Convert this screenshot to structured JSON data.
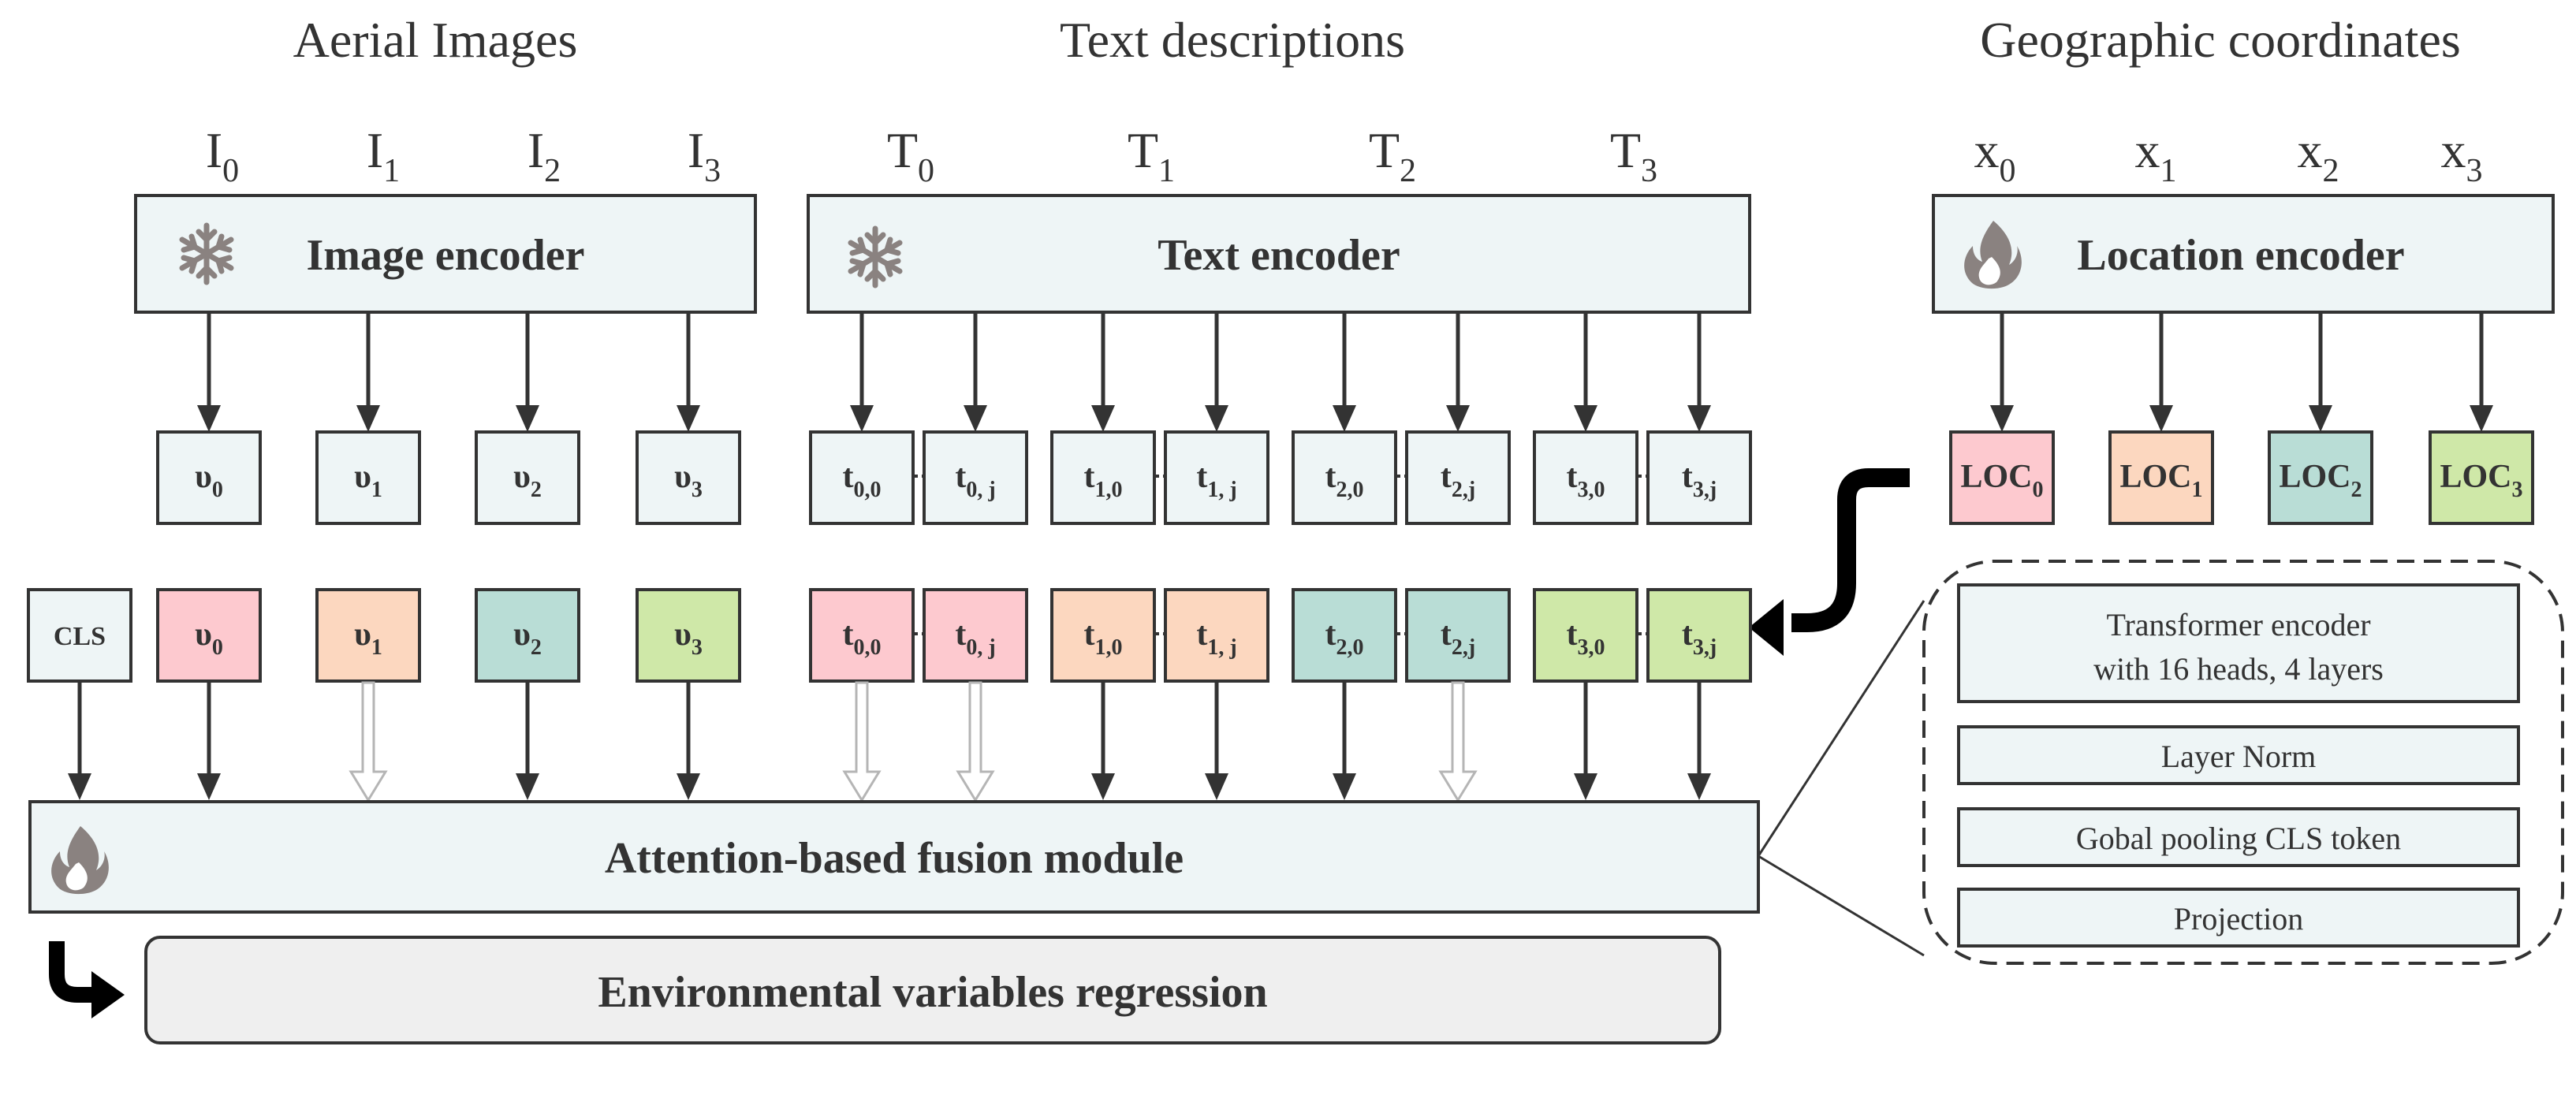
{
  "sections": {
    "aerial_images": "Aerial Images",
    "text_descriptions": "Text descriptions",
    "geographic_coordinates": "Geographic coordinates"
  },
  "inputs": {
    "images": [
      {
        "base": "I",
        "sub": "0"
      },
      {
        "base": "I",
        "sub": "1"
      },
      {
        "base": "I",
        "sub": "2"
      },
      {
        "base": "I",
        "sub": "3"
      }
    ],
    "texts": [
      {
        "base": "T",
        "sub": "0"
      },
      {
        "base": "T",
        "sub": "1"
      },
      {
        "base": "T",
        "sub": "2"
      },
      {
        "base": "T",
        "sub": "3"
      }
    ],
    "locations": [
      {
        "base": "x",
        "sub": "0"
      },
      {
        "base": "x",
        "sub": "1"
      },
      {
        "base": "x",
        "sub": "2"
      },
      {
        "base": "x",
        "sub": "3"
      }
    ]
  },
  "encoders": {
    "image": {
      "label": "Image encoder",
      "icon": "snowflake-icon",
      "state": "frozen"
    },
    "text": {
      "label": "Text encoder",
      "icon": "snowflake-icon",
      "state": "frozen"
    },
    "location": {
      "label": "Location encoder",
      "icon": "flame-icon",
      "state": "trainable"
    }
  },
  "embeddings": {
    "image": [
      {
        "base": "υ",
        "sub": "0"
      },
      {
        "base": "υ",
        "sub": "1"
      },
      {
        "base": "υ",
        "sub": "2"
      },
      {
        "base": "υ",
        "sub": "3"
      }
    ],
    "text": [
      {
        "base": "t",
        "sub": "0,0"
      },
      {
        "base": "t",
        "sub": "0, j"
      },
      {
        "base": "t",
        "sub": "1,0"
      },
      {
        "base": "t",
        "sub": "1, j"
      },
      {
        "base": "t",
        "sub": "2,0"
      },
      {
        "base": "t",
        "sub": "2,j"
      },
      {
        "base": "t",
        "sub": "3,0"
      },
      {
        "base": "t",
        "sub": "3,j"
      }
    ],
    "location": [
      {
        "base": "LOC",
        "sub": "0"
      },
      {
        "base": "LOC",
        "sub": "1"
      },
      {
        "base": "LOC",
        "sub": "2"
      },
      {
        "base": "LOC",
        "sub": "3"
      }
    ]
  },
  "fusion_tokens": {
    "cls": "CLS",
    "image": [
      {
        "base": "υ",
        "sub": "0"
      },
      {
        "base": "υ",
        "sub": "1"
      },
      {
        "base": "υ",
        "sub": "2"
      },
      {
        "base": "υ",
        "sub": "3"
      }
    ],
    "text": [
      {
        "base": "t",
        "sub": "0,0"
      },
      {
        "base": "t",
        "sub": "0, j"
      },
      {
        "base": "t",
        "sub": "1,0"
      },
      {
        "base": "t",
        "sub": "1, j"
      },
      {
        "base": "t",
        "sub": "2,0"
      },
      {
        "base": "t",
        "sub": "2,j"
      },
      {
        "base": "t",
        "sub": "3,0"
      },
      {
        "base": "t",
        "sub": "3,j"
      }
    ]
  },
  "fusion": {
    "label": "Attention-based fusion module",
    "icon": "flame-icon"
  },
  "regression": {
    "label": "Environmental variables regression"
  },
  "fusion_details": {
    "transformer_line1": "Transformer encoder",
    "transformer_line2": "with 16 heads, 4 layers",
    "layer_norm": "Layer Norm",
    "pooling": "Gobal pooling CLS token",
    "projection": "Projection"
  },
  "colors": {
    "box_fill": "#eef5f6",
    "stroke": "#333333",
    "sample0": "#fdc9cf",
    "sample1": "#fcd7bf",
    "sample2": "#b9ddd6",
    "sample3": "#cfe8a8",
    "regression_fill": "#efefef",
    "icon": "#8a8280"
  }
}
